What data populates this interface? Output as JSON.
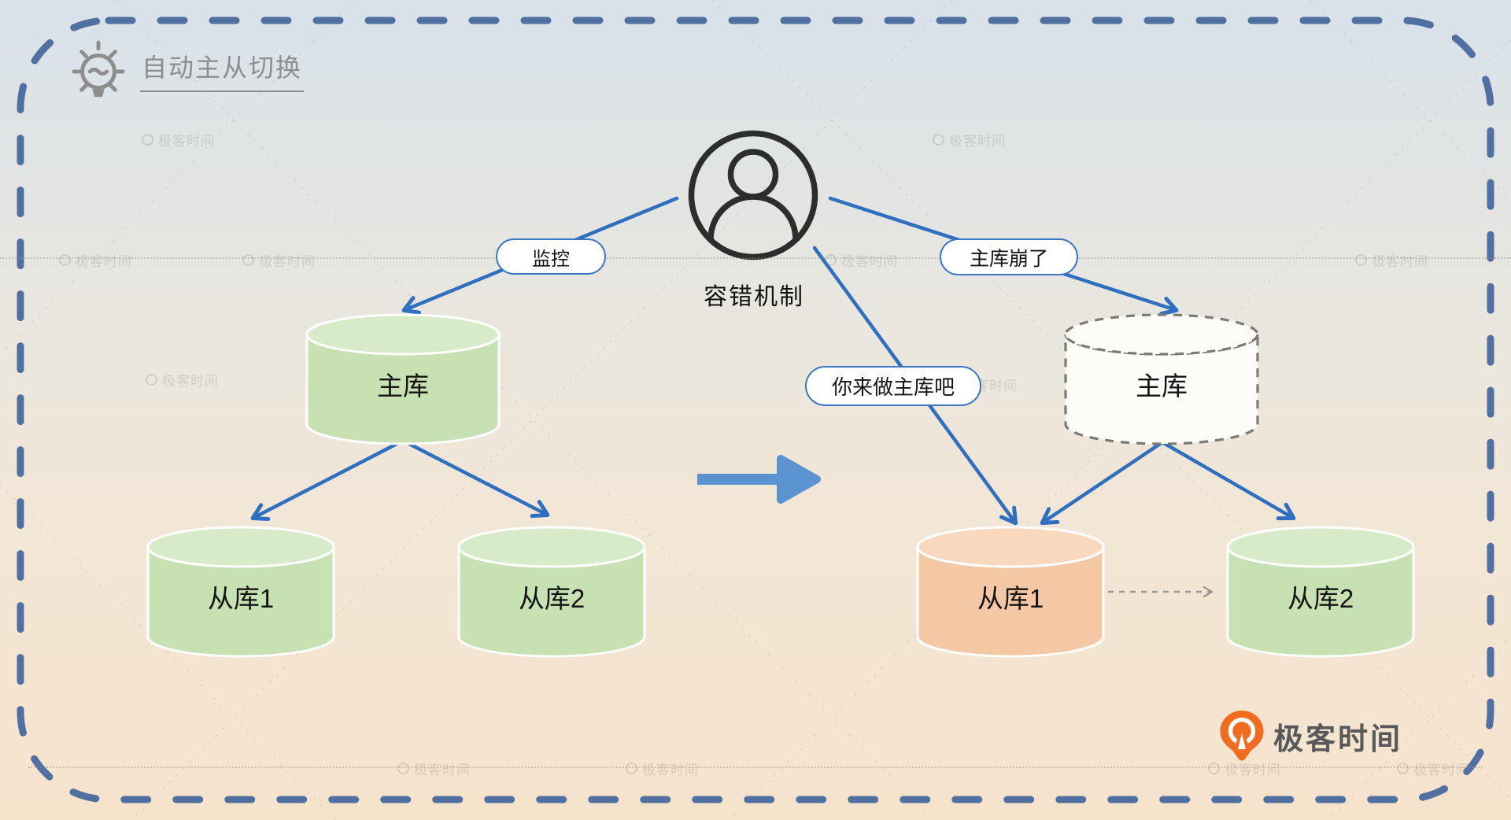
{
  "frame": {
    "title": "自动主从切换"
  },
  "actor": {
    "label": "容错机制"
  },
  "callouts": {
    "monitor": "监控",
    "crashed": "主库崩了",
    "promote": "你来做主库吧"
  },
  "before_cluster": {
    "master": "主库",
    "slave1": "从库1",
    "slave2": "从库2"
  },
  "after_cluster": {
    "master": "主库",
    "new_master": "从库1",
    "slave2": "从库2"
  },
  "brand": {
    "name": "极客时间"
  },
  "watermark": {
    "text": "极客时间"
  },
  "colors": {
    "bg_top": "#d8e2ea",
    "bg_mid": "#ebe7dd",
    "bg_bottom": "#f6e3cc",
    "frame_blue": "#4f70a0",
    "arrow_blue": "#2e6fc0",
    "big_arrow_blue": "#5b92d0",
    "pill_border": "#3b76c0",
    "green_body": "#c7e1b2",
    "green_top": "#d8ebc8",
    "orange_body": "#f5c8a5",
    "orange_top": "#f9d8bd",
    "white_cyl": "#fdfcf8",
    "cyl_dash_stroke": "#7b7b74",
    "ink": "#2d2d2d",
    "title_gray": "#8d8d8d",
    "logo_orange": "#f26c1f",
    "logo_text": "#57585a",
    "gray_arrow": "#9a9a94",
    "watermark_gray": "#8b8a85"
  }
}
